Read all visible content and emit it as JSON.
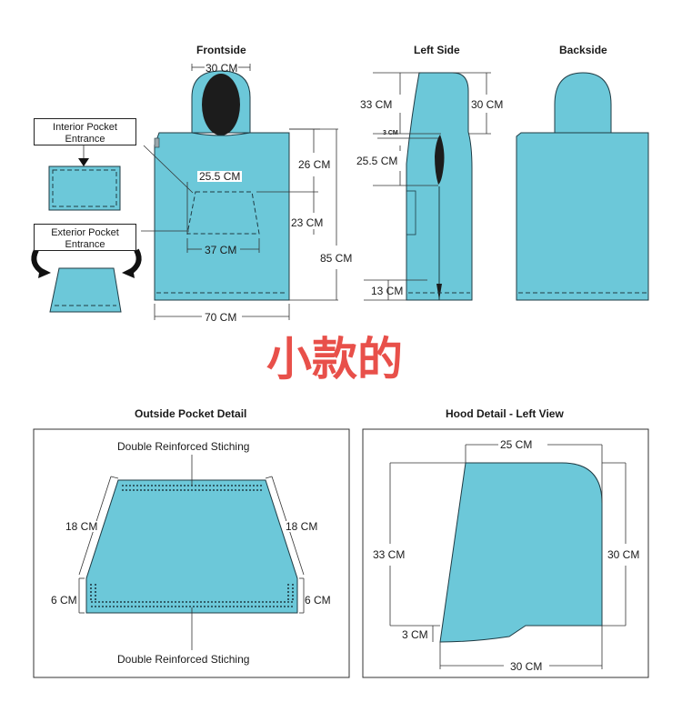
{
  "headers": {
    "frontside": "Frontside",
    "left_side": "Left Side",
    "backside": "Backside",
    "outside_pocket_detail": "Outside Pocket Detail",
    "hood_detail": "Hood Detail - Left View"
  },
  "callouts": {
    "interior_pocket_entrance": "Interior Pocket Entrance",
    "exterior_pocket_entrance": "Exterior Pocket Entrance"
  },
  "front_dims": {
    "hood_width": "30 CM",
    "pocket_top": "25.5 CM",
    "pocket_bottom": "37 CM",
    "shoulder_drop": "26 CM",
    "pocket_height": "23 CM",
    "total_length": "85 CM",
    "width": "70 CM"
  },
  "side_dims": {
    "hood_height": "33 CM",
    "hood_depth": "30 CM",
    "gap": "3 CM",
    "opening": "25.5 CM",
    "hem": "13 CM"
  },
  "chinese_title": "小款的",
  "pocket_detail": {
    "top_label": "Double Reinforced Stiching",
    "bottom_label": "Double Reinforced Stiching",
    "left_slant": "18 CM",
    "right_slant": "18 CM",
    "left_side": "6 CM",
    "right_side": "6 CM"
  },
  "hood_detail": {
    "top": "25 CM",
    "left": "33 CM",
    "right": "30 CM",
    "small": "3 CM",
    "bottom": "30 CM"
  },
  "colors": {
    "fabric": "#6cc8d9",
    "outline": "#1f3b44",
    "hood_opening": "#1c1c1c",
    "title_red": "#e8504a"
  }
}
